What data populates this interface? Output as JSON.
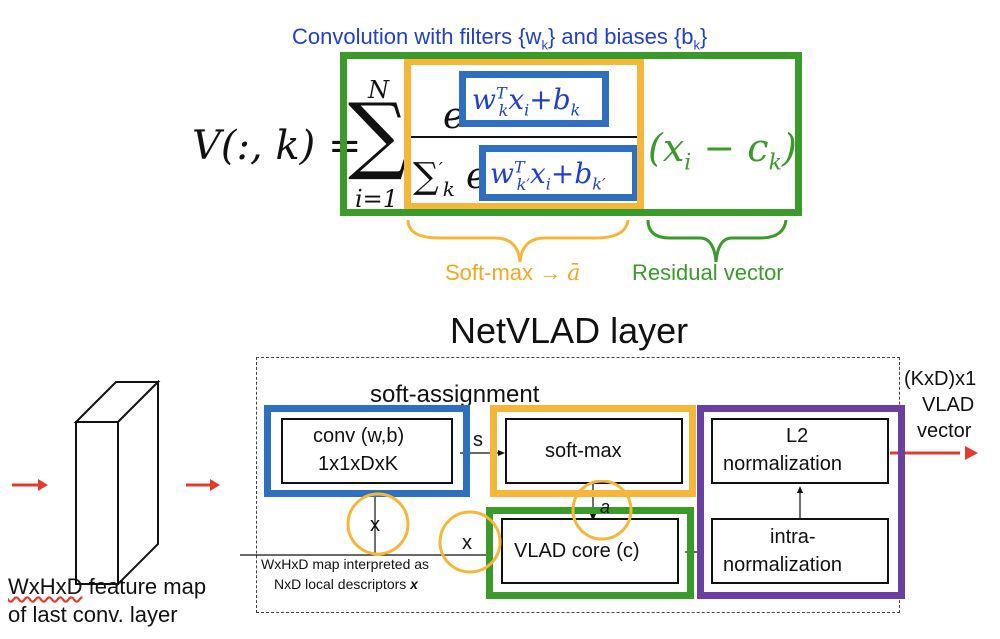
{
  "equation": {
    "caption": "Convolution with filters {wk} and biases {bk}",
    "lhs": "V(:, k) =",
    "sum_upper": "N",
    "sum_lower": "i=1",
    "numerator_e": "e",
    "numerator_exp": "wTk xi+bk",
    "denominator_sum": "∑′k",
    "denominator_e": "e",
    "denominator_exp": "wTk′ xi+bk′",
    "residual": "(xi − ck)",
    "softmax_label": "Soft-max → ā",
    "residual_label": "Residual vector"
  },
  "colors": {
    "caption": "#1f3fcf",
    "blue": "#2f6fbf",
    "orange": "#f5b73a",
    "green": "#3a9a2a",
    "purple": "#6a3fa0",
    "red_arrow": "#e23b2e",
    "equation_blue": "#1f3fcf"
  },
  "diagram": {
    "title": "NetVLAD layer",
    "feature_map_label_line1": "WxHxD feature map",
    "feature_map_label_line2": "of last conv. layer",
    "soft_assignment_label": "soft-assignment",
    "conv_line1": "conv (w,b)",
    "conv_line2": "1x1xDxK",
    "softmax_box": "soft-max",
    "l2_line1": "L2",
    "l2_line2": "normalization",
    "intra_line1": "intra-",
    "intra_line2": "normalization",
    "vlad_core": "VLAD core (c)",
    "s_label": "s",
    "a_label": "a",
    "x_label_1": "x",
    "x_label_2": "x",
    "interp_line1": "WxHxD map interpreted as",
    "interp_line2": "NxD local descriptors",
    "interp_x": "x",
    "output_line1": "(KxD)x1",
    "output_line2": "VLAD",
    "output_line3": "vector"
  }
}
